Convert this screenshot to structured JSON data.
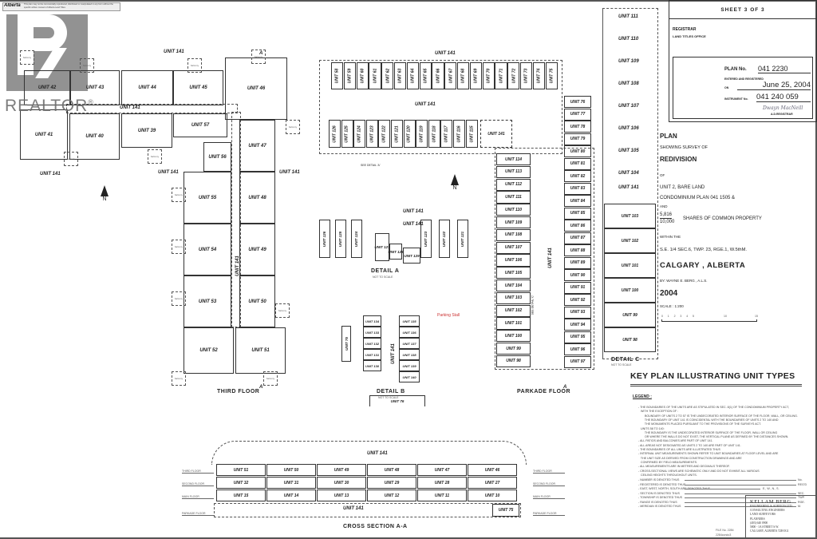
{
  "watermark": {
    "brand": "REALTOR",
    "registered": "®",
    "notice_logo": "Alberta",
    "notice": "This plan may not be commercially reproduced, distributed or manipulated in any form without the specific written consent of Alberta Land Titles."
  },
  "title_block": {
    "sheet": "SHEET 3 OF 3",
    "registrar": "REGISTRAR",
    "office": "LAND TITLES OFFICE",
    "plan_no_label": "PLAN No.",
    "plan_no": "041 2230",
    "entered_label": "ENTERED AND REGISTERED",
    "on_label": "ON",
    "date": "June 25, 2004",
    "instrument_label": "INSTRUMENT No.",
    "instrument": "041 240 059",
    "signature": "Dwayn MacNeill",
    "signature_title": "A.D.REGISTRAR"
  },
  "plan_info": {
    "plan": "PLAN",
    "showing": "SHOWING SURVEY OF",
    "redivision": "REDIVISION",
    "of": "OF",
    "unit_line1": "UNIT 2, BARE LAND",
    "unit_line2": "CONDOMINIUM PLAN 041 1505 &",
    "and": "AND",
    "shares_num": "5,816",
    "shares_den": "10,000",
    "shares_text": "SHARES OF COMMON PROPERTY",
    "within": "WITHIN THE",
    "location": "S.E. 1/4 SEC.6, TWP. 23, RGE.1, W.5thM.",
    "city": "CALGARY , ALBERTA",
    "by": "BY: WAYNE E. BERG , A.L.S.",
    "year": "2004",
    "scale": "SCALE : 1:200",
    "scale_ticks": [
      "0",
      "1",
      "2",
      "3",
      "4",
      "5",
      "10",
      "15"
    ]
  },
  "third_floor": {
    "caption": "THIRD FLOOR",
    "common": [
      "UNIT 141",
      "UNIT 141",
      "UNIT 141",
      "UNIT 141",
      "UNIT 141"
    ],
    "corridor": "UNIT 141",
    "units": [
      "UNIT 42",
      "UNIT 43",
      "UNIT 44",
      "UNIT 45",
      "UNIT 46",
      "UNIT 41",
      "UNIT 40",
      "UNIT 39",
      "UNIT 57",
      "UNIT 56",
      "UNIT 47",
      "UNIT 55",
      "UNIT 48",
      "UNIT 54",
      "UNIT 49",
      "UNIT 53",
      "UNIT 50",
      "UNIT 52",
      "UNIT 51"
    ],
    "balcony": "balcony",
    "section_marker": "A"
  },
  "parkade": {
    "caption": "PARKADE FLOOR",
    "common": [
      "UNIT 141",
      "UNIT 141",
      "UNIT 141",
      "UNIT 141"
    ],
    "top_row": [
      "UNIT 58",
      "UNIT 59",
      "UNIT 60",
      "UNIT 61",
      "UNIT 62",
      "UNIT 63",
      "UNIT 64",
      "UNIT 65",
      "UNIT 66",
      "UNIT 67",
      "UNIT 68",
      "UNIT 69",
      "UNIT 70",
      "UNIT 71",
      "UNIT 72",
      "UNIT 73",
      "UNIT 74",
      "UNIT 75"
    ],
    "bottom_row": [
      "UNIT 126",
      "UNIT 125",
      "UNIT 124",
      "UNIT 123",
      "UNIT 122",
      "UNIT 121",
      "UNIT 120",
      "UNIT 119",
      "UNIT 118",
      "UNIT 117",
      "UNIT 116",
      "UNIT 115"
    ],
    "left_column": [
      "UNIT 114",
      "UNIT 113",
      "UNIT 112",
      "UNIT 111",
      "UNIT 110",
      "UNIT 109",
      "UNIT 108",
      "UNIT 107",
      "UNIT 106",
      "UNIT 105",
      "UNIT 104",
      "UNIT 103",
      "UNIT 102",
      "UNIT 101",
      "UNIT 100",
      "UNIT 99",
      "UNIT 98"
    ],
    "right_column": [
      "UNIT 76",
      "UNIT 77",
      "UNIT 78",
      "UNIT 79",
      "UNIT 80",
      "UNIT 81",
      "UNIT 82",
      "UNIT 83",
      "UNIT 84",
      "UNIT 85",
      "UNIT 86",
      "UNIT 87",
      "UNIT 88",
      "UNIT 89",
      "UNIT 90",
      "UNIT 91",
      "UNIT 92",
      "UNIT 93",
      "UNIT 94",
      "UNIT 95",
      "UNIT 96",
      "UNIT 97"
    ],
    "see_detail_a": "SEE DETAIL 'A'",
    "see_detail_c": "SEE DETAIL 'C'",
    "parking_stall": "Parking Stall",
    "section_marker": "A"
  },
  "detail_a": {
    "caption": "DETAIL A",
    "note": "NOT TO SCALE",
    "units": [
      "UNIT 126",
      "UNIT 125",
      "UNIT 141",
      "UNIT 124",
      "UNIT 127",
      "UNIT 128",
      "UNIT 129",
      "UNIT 123",
      "UNIT 122",
      "UNIT 121"
    ],
    "common": "UNIT 141"
  },
  "detail_b": {
    "caption": "DETAIL B",
    "note": "NOT TO SCALE",
    "left": [
      "UNIT 134",
      "UNIT 133",
      "UNIT 132",
      "UNIT 131",
      "UNIT 130"
    ],
    "right": [
      "UNIT 135",
      "UNIT 136",
      "UNIT 137",
      "UNIT 138",
      "UNIT 139",
      "UNIT 140"
    ],
    "common": "UNIT 141",
    "side": "UNIT 75",
    "bottom": "UNIT 76"
  },
  "detail_c": {
    "caption": "DETAIL C",
    "note": "NOT TO SCALE",
    "strip": [
      "UNIT 111",
      "UNIT 110",
      "UNIT 109",
      "UNIT 108",
      "UNIT 107",
      "UNIT 106",
      "UNIT 105",
      "UNIT 104"
    ],
    "boxes": [
      "UNIT 103",
      "UNIT 102",
      "UNIT 101",
      "UNIT 100",
      "UNIT 99",
      "UNIT 98"
    ],
    "common": "UNIT 141"
  },
  "cross_section": {
    "caption": "CROSS SECTION A-A",
    "roof": "UNIT 141",
    "floors": [
      "THIRD FLOOR",
      "SECOND FLOOR",
      "MAIN FLOOR",
      "PARKADE FLOOR"
    ],
    "rows": [
      [
        "UNIT 51",
        "UNIT 50",
        "UNIT 49",
        "UNIT 48",
        "UNIT 47",
        "UNIT 46"
      ],
      [
        "UNIT 32",
        "UNIT 31",
        "UNIT 30",
        "UNIT 29",
        "UNIT 28",
        "UNIT 27"
      ],
      [
        "UNIT 15",
        "UNIT 14",
        "UNIT 13",
        "UNIT 12",
        "UNIT 11",
        "UNIT 10"
      ]
    ],
    "parkade": "UNIT 141",
    "parkade_unit": "UNIT 75"
  },
  "key_plan": {
    "title": "KEY PLAN ILLUSTRATING UNIT TYPES",
    "legend_title": "LEGEND :",
    "legend": [
      "- THE BOUNDARIES OF THE UNITS ARE AS STIPULATED IN SEC. 8(1) OF THE CONDOMINIUM PROPERTY ACT,",
      "   WITH THE EXCEPTION OF :",
      "        BOUNDARY OF UNITS 2 TO 57 IS THE UNDECORATED INTERIOR SURFACE OF THE FLOOR, WALL, OR CEILING.",
      "        THE BOUNDARY OF UNIT 141 IS COINCIDENTAL WITH THE BOUNDARIES OF UNITS 2 TO 140 AND",
      "        THE MONUMENTS PLACED PURSUANT TO THE PROVISIONS OF THE SURVEYS ACT.",
      "   UNITS 58 TO 140:",
      "        THE BOUNDARY IS THE UNDECORATED INTERIOR SURFACE OF THE FLOOR, WALL OR CEILING",
      "        OR WHERE THE WALLS DO NOT EXIST, THE VERTICAL PLANE AS DEFINED BY THE DISTANCES SHOWN.",
      "- ALL PATIOS AND BALCONIES ARE PART OF UNIT 141.",
      "- ALL AREAS NOT DESIGNATED AS UNITS 2 TO 140 ARE PART OF UNIT 141.",
      "- THE BOUNDARIES OF ALL UNITS ARE ILLUSTRATED THUS",
      "- INTERNAL UNIT MEASUREMENTS SHOWN REFER TO UNIT BOUNDARIES AT FLOOR LEVEL AND ARE",
      "   THE UNIT SIZE AS DERIVED FROM CONSTRUCTION DRAWINGS AND ARE",
      "   CONFIRMED BY FIELD MEASUREMENTS.",
      "- ALL MEASUREMENTS ARE IN METRES AND DECIMALS THEREOF.",
      "- CROSS-SECTIONAL VIEWS ARE SCHEMATIC ONLY AND DO NOT EXHIBIT ALL VARIOUS",
      "   CEILING HEIGHTS THROUGHOUT UNITS."
    ],
    "abbreviations": [
      {
        "text": "- NUMBER IS DENOTED THUS",
        "abbr": "No."
      },
      {
        "text": "- REGISTERED IS DENOTED THUS",
        "abbr": "REG'D"
      },
      {
        "text": "- EAST, WEST, NORTH, SOUTH ARE DENOTED THUS",
        "abbr": "E., W., N., S."
      },
      {
        "text": "- SECTION IS DENOTED THUS",
        "abbr": "SEC."
      },
      {
        "text": "- TOWNSHIP IS DENOTED THUS",
        "abbr": "TWP."
      },
      {
        "text": "- RANGE IS DENOTED THUS",
        "abbr": "RGE."
      },
      {
        "text": "- MERIDIAN IS DENOTED THUS",
        "abbr": "M."
      }
    ],
    "file_no": "FILE No. 2284",
    "file_ref": "2284condo3"
  },
  "firm": {
    "name": "KELLAM BERG",
    "lines": [
      "ENGINEERING & SURVEYS LTD",
      "CONSULTING ENGINEERS",
      "LAND SURVEYORS",
      "PLANNERS",
      "(403) 640 0900",
      "5800 - 1A STREET S.W.",
      "CALGARY, ALBERTA T2H 0G1"
    ]
  },
  "north_arrow": "N"
}
